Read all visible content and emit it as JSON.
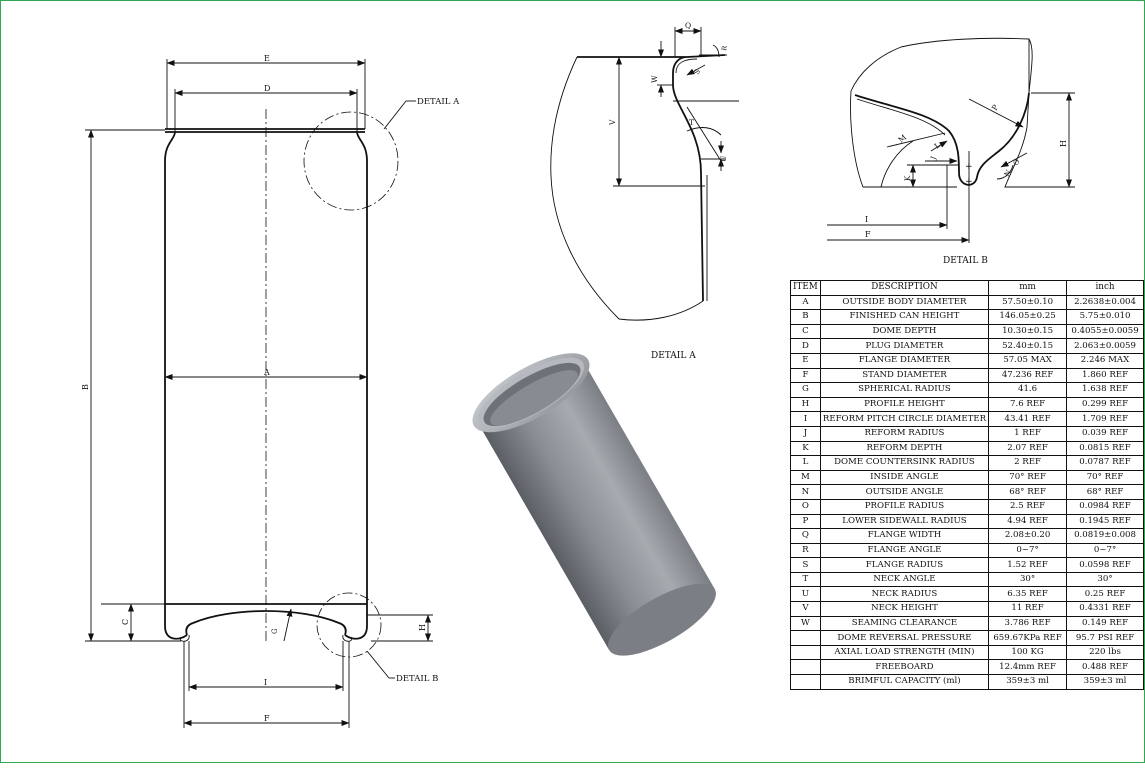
{
  "drawing": {
    "detail_a_caption": "DETAIL A",
    "detail_b_caption": "DETAIL B",
    "main_view": {
      "callout_detail_a": "DETAIL A",
      "callout_detail_b": "DETAIL B",
      "dim_letters": [
        "E",
        "D",
        "B",
        "A",
        "C",
        "G",
        "H",
        "I",
        "F"
      ]
    },
    "detail_a_letters": [
      "Q",
      "R",
      "S",
      "W",
      "V",
      "T",
      "U"
    ],
    "detail_b_letters": [
      "H",
      "P",
      "M",
      "L",
      "J",
      "K",
      "O",
      "N",
      "I",
      "F"
    ]
  },
  "spec_table": {
    "headers": [
      "ITEM",
      "DESCRIPTION",
      "mm",
      "inch"
    ],
    "rows": [
      {
        "item": "A",
        "desc": "OUTSIDE BODY DIAMETER",
        "mm": "57.50±0.10",
        "inch": "2.2638±0.004"
      },
      {
        "item": "B",
        "desc": "FINISHED CAN HEIGHT",
        "mm": "146.05±0.25",
        "inch": "5.75±0.010"
      },
      {
        "item": "C",
        "desc": "DOME DEPTH",
        "mm": "10.30±0.15",
        "inch": "0.4055±0.0059"
      },
      {
        "item": "D",
        "desc": "PLUG DIAMETER",
        "mm": "52.40±0.15",
        "inch": "2.063±0.0059"
      },
      {
        "item": "E",
        "desc": "FLANGE DIAMETER",
        "mm": "57.05 MAX",
        "inch": "2.246 MAX"
      },
      {
        "item": "F",
        "desc": "STAND DIAMETER",
        "mm": "47.236 REF",
        "inch": "1.860 REF"
      },
      {
        "item": "G",
        "desc": "SPHERICAL RADIUS",
        "mm": "41.6",
        "inch": "1.638 REF"
      },
      {
        "item": "H",
        "desc": "PROFILE HEIGHT",
        "mm": "7.6 REF",
        "inch": "0.299 REF"
      },
      {
        "item": "I",
        "desc": "REFORM PITCH CIRCLE DIAMETER",
        "mm": "43.41 REF",
        "inch": "1.709 REF"
      },
      {
        "item": "J",
        "desc": "REFORM  RADIUS",
        "mm": "1 REF",
        "inch": "0.039 REF"
      },
      {
        "item": "K",
        "desc": "REFORM  DEPTH",
        "mm": "2.07 REF",
        "inch": "0.0815 REF"
      },
      {
        "item": "L",
        "desc": "DOME COUNTERSINK RADIUS",
        "mm": "2 REF",
        "inch": "0.0787 REF"
      },
      {
        "item": "M",
        "desc": "INSIDE ANGLE",
        "mm": "70° REF",
        "inch": "70° REF"
      },
      {
        "item": "N",
        "desc": "OUTSIDE ANGLE",
        "mm": "68° REF",
        "inch": "68° REF"
      },
      {
        "item": "O",
        "desc": "PROFILE RADIUS",
        "mm": "2.5 REF",
        "inch": "0.0984 REF"
      },
      {
        "item": "P",
        "desc": "LOWER SIDEWALL RADIUS",
        "mm": "4.94 REF",
        "inch": "0.1945 REF"
      },
      {
        "item": "Q",
        "desc": "FLANGE WIDTH",
        "mm": "2.08±0.20",
        "inch": "0.0819±0.008"
      },
      {
        "item": "R",
        "desc": "FLANGE ANGLE",
        "mm": "0~7°",
        "inch": "0~7°"
      },
      {
        "item": "S",
        "desc": "FLANGE RADIUS",
        "mm": "1.52 REF",
        "inch": "0.0598 REF"
      },
      {
        "item": "T",
        "desc": "NECK ANGLE",
        "mm": "30°",
        "inch": "30°"
      },
      {
        "item": "U",
        "desc": "NECK RADIUS",
        "mm": "6.35 REF",
        "inch": "0.25 REF"
      },
      {
        "item": "V",
        "desc": "NECK HEIGHT",
        "mm": "11 REF",
        "inch": "0.4331 REF"
      },
      {
        "item": "W",
        "desc": "SEAMING CLEARANCE",
        "mm": "3.786 REF",
        "inch": "0.149 REF"
      },
      {
        "item": "",
        "desc": "DOME REVERSAL PRESSURE",
        "mm": "659.67KPa  REF",
        "inch": "95.7 PSI REF"
      },
      {
        "item": "",
        "desc": "AXIAL LOAD STRENGTH (MIN)",
        "mm": "100 KG",
        "inch": "220 lbs"
      },
      {
        "item": "",
        "desc": "FREEBOARD",
        "mm": "12.4mm  REF",
        "inch": "0.488 REF"
      },
      {
        "item": "",
        "desc": "BRIMFUL CAPACITY (ml)",
        "mm": "359±3 ml",
        "inch": "359±3 ml"
      }
    ]
  }
}
